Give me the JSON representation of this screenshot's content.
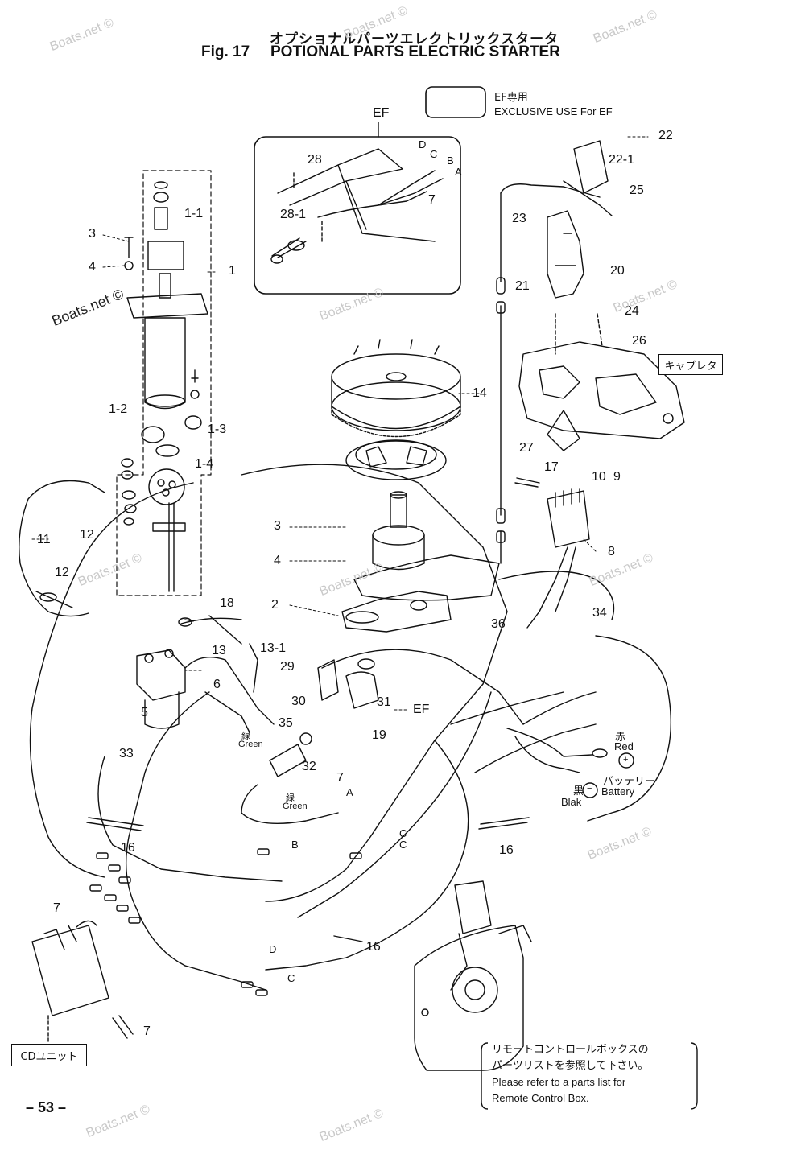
{
  "header": {
    "title_jp": "オプショナルパーツエレクトリックスタータ",
    "fig": "Fig. 17",
    "title_en": "POTIONAL PARTS ELECTRIC STARTER"
  },
  "legend": {
    "jp": "EF専用",
    "en": "EXCLUSIVE USE For EF"
  },
  "inset_label": "EF",
  "boxes": {
    "carburetor": "キャブレタ",
    "cd_unit": "CDユニット"
  },
  "battery": {
    "red_jp": "赤",
    "red": "Red",
    "black_jp": "黒",
    "black": "Blak",
    "battery_jp": "バッテリー",
    "battery": "Battery",
    "plus": "+",
    "minus": "−"
  },
  "wire_colors": {
    "green1_jp": "緑",
    "green1": "Green",
    "green2_jp": "緑",
    "green2": "Green"
  },
  "note": {
    "jp_line1": "リモートコントロールボックスの",
    "jp_line2": "パーツリストを参照して下さい。",
    "en_line1": "Please refer to a parts list for",
    "en_line2": "Remote Control Box."
  },
  "page_number": "– 53 –",
  "watermark": "Boats.net ©",
  "callouts": [
    {
      "id": "c-28",
      "text": "28"
    },
    {
      "id": "c-28-1",
      "text": "28-1"
    },
    {
      "id": "c-D-top",
      "text": "D"
    },
    {
      "id": "c-C-top",
      "text": "C"
    },
    {
      "id": "c-B-top",
      "text": "B"
    },
    {
      "id": "c-A-top",
      "text": "A"
    },
    {
      "id": "c-7-top",
      "text": "7"
    },
    {
      "id": "c-22",
      "text": "22"
    },
    {
      "id": "c-22-1",
      "text": "22-1"
    },
    {
      "id": "c-25",
      "text": "25"
    },
    {
      "id": "c-23",
      "text": "23"
    },
    {
      "id": "c-20",
      "text": "20"
    },
    {
      "id": "c-21",
      "text": "21"
    },
    {
      "id": "c-24",
      "text": "24"
    },
    {
      "id": "c-26",
      "text": "26"
    },
    {
      "id": "c-1-1",
      "text": "1-1"
    },
    {
      "id": "c-3a",
      "text": "3"
    },
    {
      "id": "c-4a",
      "text": "4"
    },
    {
      "id": "c-1",
      "text": "1"
    },
    {
      "id": "c-1-2",
      "text": "1-2"
    },
    {
      "id": "c-1-3",
      "text": "1-3"
    },
    {
      "id": "c-1-4",
      "text": "1-4"
    },
    {
      "id": "c-14",
      "text": "14"
    },
    {
      "id": "c-27",
      "text": "27"
    },
    {
      "id": "c-17",
      "text": "17"
    },
    {
      "id": "c-10",
      "text": "10"
    },
    {
      "id": "c-9",
      "text": "9"
    },
    {
      "id": "c-8",
      "text": "8"
    },
    {
      "id": "c-11",
      "text": "11"
    },
    {
      "id": "c-12a",
      "text": "12"
    },
    {
      "id": "c-12b",
      "text": "12"
    },
    {
      "id": "c-3b",
      "text": "3"
    },
    {
      "id": "c-4b",
      "text": "4"
    },
    {
      "id": "c-2",
      "text": "2"
    },
    {
      "id": "c-18",
      "text": "18"
    },
    {
      "id": "c-13",
      "text": "13"
    },
    {
      "id": "c-13-1",
      "text": "13-1"
    },
    {
      "id": "c-29",
      "text": "29"
    },
    {
      "id": "c-6",
      "text": "6"
    },
    {
      "id": "c-5",
      "text": "5"
    },
    {
      "id": "c-33",
      "text": "33"
    },
    {
      "id": "c-30",
      "text": "30"
    },
    {
      "id": "c-31",
      "text": "31"
    },
    {
      "id": "c-EF-mid",
      "text": "EF"
    },
    {
      "id": "c-35",
      "text": "35"
    },
    {
      "id": "c-19",
      "text": "19"
    },
    {
      "id": "c-32",
      "text": "32"
    },
    {
      "id": "c-7-mid",
      "text": "7"
    },
    {
      "id": "c-A-mid",
      "text": "A"
    },
    {
      "id": "c-36",
      "text": "36"
    },
    {
      "id": "c-34",
      "text": "34"
    },
    {
      "id": "c-16a",
      "text": "16"
    },
    {
      "id": "c-16b",
      "text": "16"
    },
    {
      "id": "c-16c",
      "text": "16"
    },
    {
      "id": "c-B-low",
      "text": "B"
    },
    {
      "id": "c-C-low1",
      "text": "C"
    },
    {
      "id": "c-C-low2",
      "text": "C"
    },
    {
      "id": "c-7-cd1",
      "text": "7"
    },
    {
      "id": "c-D-low",
      "text": "D"
    },
    {
      "id": "c-C-low3",
      "text": "C"
    },
    {
      "id": "c-7-cd2",
      "text": "7"
    }
  ]
}
